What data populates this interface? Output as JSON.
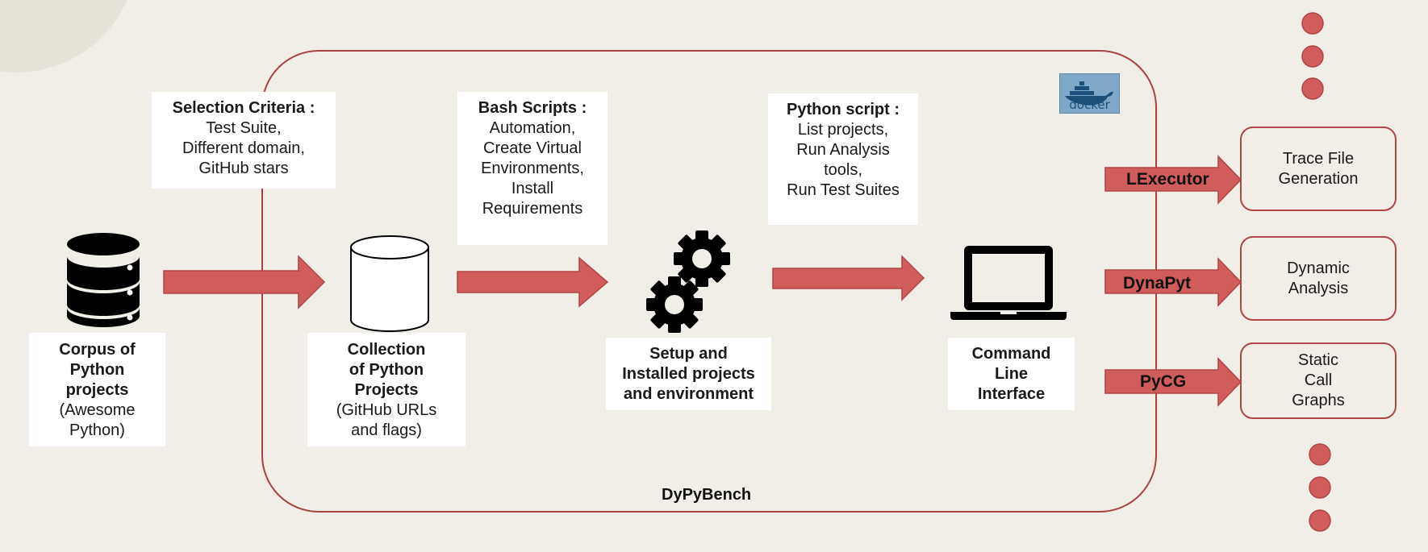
{
  "colors": {
    "background": "#f1eee8",
    "accent": "#d05c5c",
    "border": "#b04545"
  },
  "icons": [
    "database-icon",
    "cylinder-icon",
    "gears-icon",
    "laptop-icon",
    "docker-logo-icon",
    "dot-icon"
  ],
  "frame_label": "DyPyBench",
  "docker_label": "docker",
  "annotations": {
    "selection": {
      "title": "Selection Criteria :",
      "lines": [
        "Test Suite,",
        "Different domain,",
        "GitHub stars"
      ]
    },
    "bash": {
      "title": "Bash Scripts :",
      "lines": [
        "Automation,",
        "Create Virtual",
        "Environments,",
        "Install",
        "Requirements"
      ]
    },
    "python": {
      "title": "Python script :",
      "lines": [
        "List projects,",
        "Run Analysis",
        "tools,",
        "Run Test Suites"
      ]
    }
  },
  "nodes": {
    "corpus": {
      "bold": [
        "Corpus of",
        "Python",
        "projects"
      ],
      "normal": [
        "(Awesome",
        "Python)"
      ]
    },
    "collection": {
      "bold": [
        "Collection",
        "of Python",
        "Projects"
      ],
      "normal": [
        "(GitHub URLs",
        "and flags)"
      ]
    },
    "setup": {
      "bold": [
        "Setup and",
        "Installed projects",
        "and environment"
      ]
    },
    "cli": {
      "bold": [
        "Command",
        "Line",
        "Interface"
      ]
    }
  },
  "tools": [
    {
      "arrow": "LExecutor",
      "output": [
        "Trace File",
        "Generation"
      ]
    },
    {
      "arrow": "DynaPyt",
      "output": [
        "Dynamic",
        "Analysis"
      ]
    },
    {
      "arrow": "PyCG",
      "output": [
        "Static",
        "Call",
        "Graphs"
      ]
    }
  ]
}
